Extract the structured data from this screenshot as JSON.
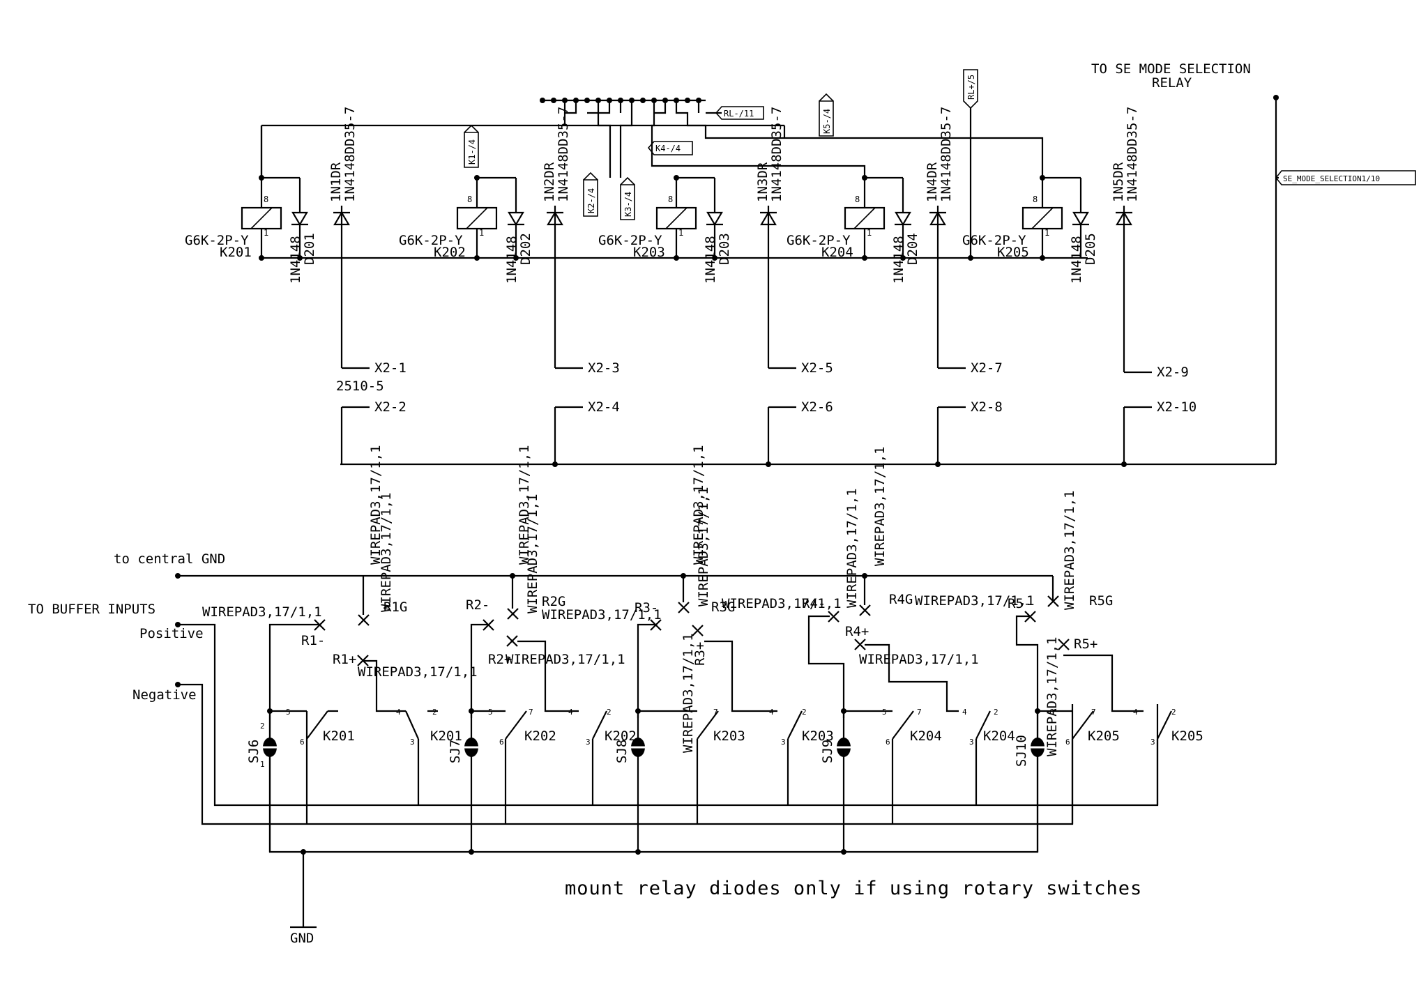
{
  "top_notes": {
    "se_mode_line1": "TO SE MODE SELECTION",
    "se_mode_line2": "RELAY",
    "se_mode_flag": "SE_MODE_SELECTION1/10"
  },
  "flags": {
    "rl_minus": "RL-/11",
    "rl_plus": "RL+/5",
    "k1": "K1-/4",
    "k2": "K2-/4",
    "k3": "K3-/4",
    "k4": "K4-/4",
    "k5": "K5-/4"
  },
  "relays": [
    {
      "type": "G6K-2P-Y",
      "name": "K201",
      "diode": "D201",
      "diode_val": "1N4148",
      "dr": "1N1DR",
      "dr_val": "1N4148DD35-7"
    },
    {
      "type": "G6K-2P-Y",
      "name": "K202",
      "diode": "D202",
      "diode_val": "1N4148",
      "dr": "1N2DR",
      "dr_val": "1N4148DD35-7"
    },
    {
      "type": "G6K-2P-Y",
      "name": "K203",
      "diode": "D203",
      "diode_val": "1N4148",
      "dr": "1N3DR",
      "dr_val": "1N4148DD35-7"
    },
    {
      "type": "G6K-2P-Y",
      "name": "K204",
      "diode": "D204",
      "diode_val": "1N4148",
      "dr": "1N4DR",
      "dr_val": "1N4148DD35-7"
    },
    {
      "type": "G6K-2P-Y",
      "name": "K205",
      "diode": "D205",
      "diode_val": "1N4148",
      "dr": "1N5DR",
      "dr_val": "1N4148DD35-7"
    }
  ],
  "connector": {
    "part": "2510-5",
    "pins": [
      "X2-1",
      "X2-2",
      "X2-3",
      "X2-4",
      "X2-5",
      "X2-6",
      "X2-7",
      "X2-8",
      "X2-9",
      "X2-10"
    ]
  },
  "bottom": {
    "central_gnd": "to central GND",
    "buffer_inputs": "TO BUFFER INPUTS",
    "positive": "Positive",
    "negative": "Negative",
    "gnd": "GND",
    "note": "mount relay diodes only if using rotary switches",
    "wirepad": "WIREPAD3,17/1,1",
    "sj": [
      "SJ6",
      "SJ7",
      "SJ8",
      "SJ9",
      "SJ10"
    ],
    "pads": [
      "R1-",
      "R1+",
      "R1G",
      "R2-",
      "R2+",
      "R2G",
      "R3-",
      "R3+",
      "R3G",
      "R4-",
      "R4+",
      "R4G",
      "R5-",
      "R5+",
      "R5G"
    ],
    "switch_labels": [
      "K201",
      "K201",
      "K202",
      "K202",
      "K203",
      "K203",
      "K204",
      "K204",
      "K205",
      "K205"
    ]
  }
}
